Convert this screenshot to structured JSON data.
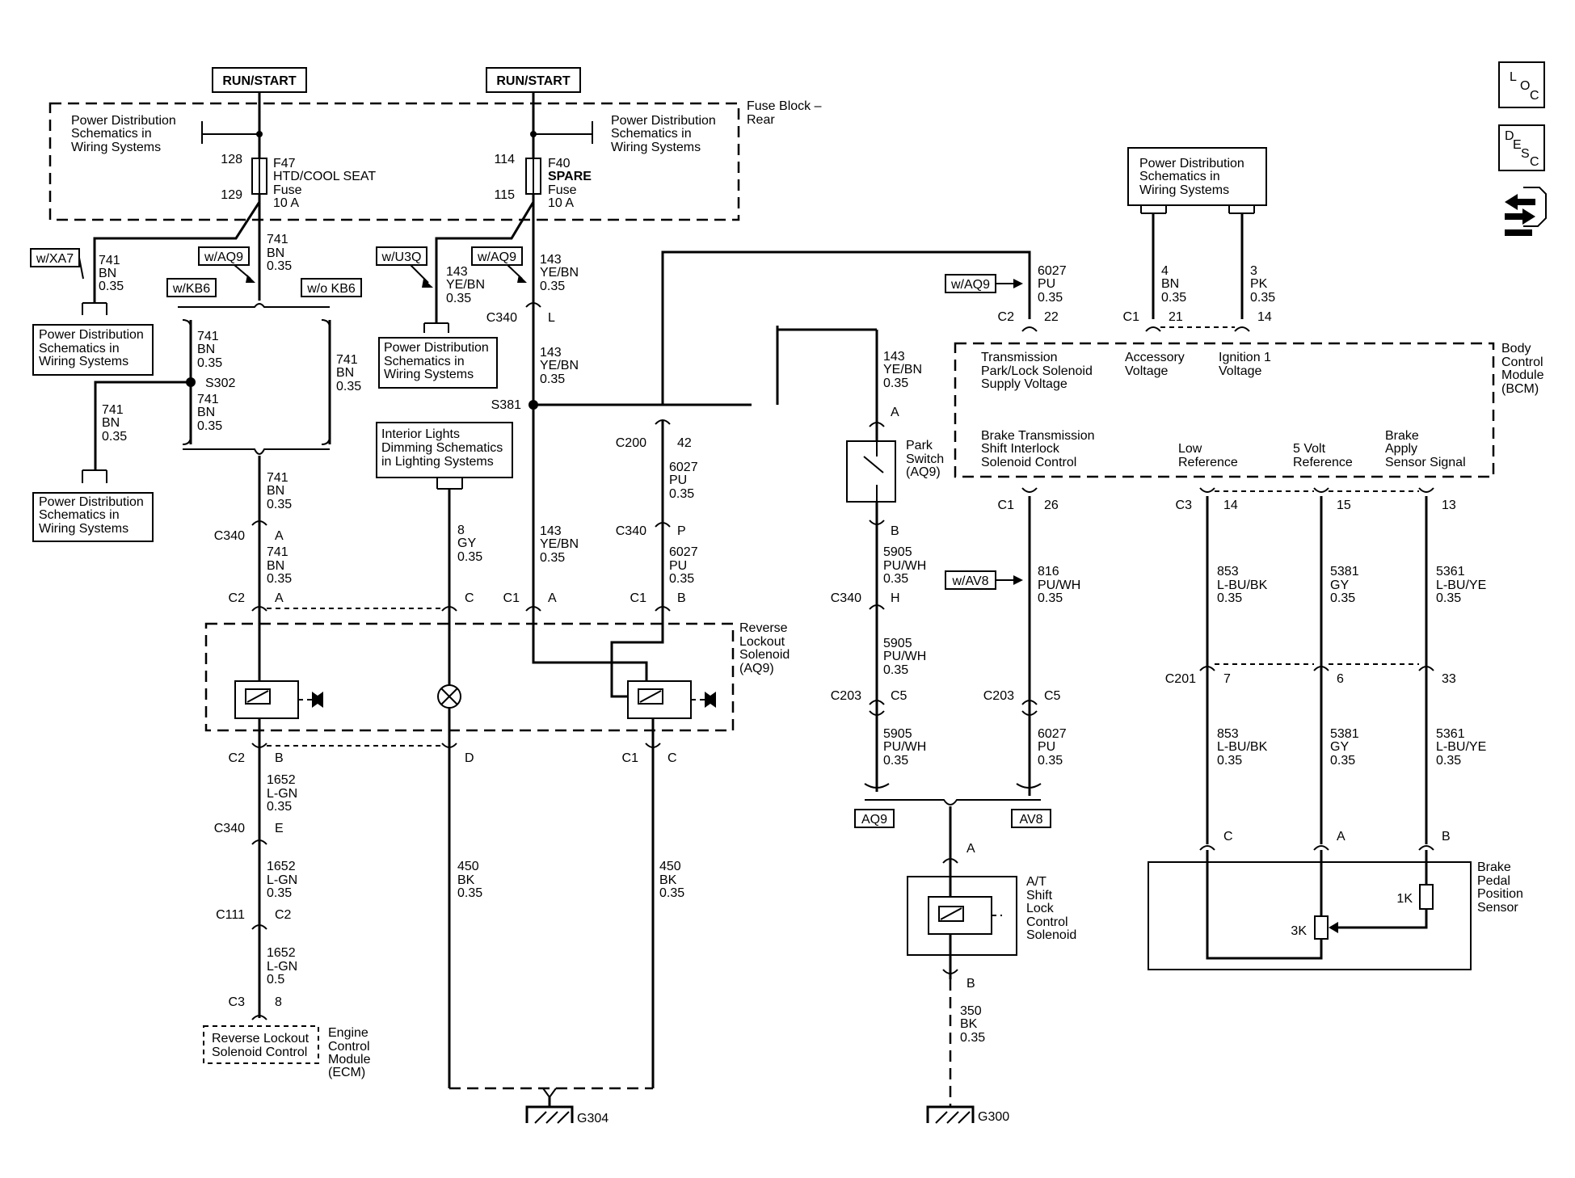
{
  "supply": {
    "run_start_1": "RUN/START",
    "run_start_2": "RUN/START"
  },
  "fuse_block": {
    "title_1": "Fuse Block –",
    "title_2": "Rear"
  },
  "power_dist": {
    "l1": "Power Distribution",
    "l2": "Schematics in",
    "l3": "Wiring Systems"
  },
  "fuse_f47": {
    "pin_in": "128",
    "pin_out": "129",
    "name": "F47",
    "label": "HTD/COOL SEAT",
    "type": "Fuse",
    "rating": "10 A"
  },
  "fuse_f40": {
    "pin_in": "114",
    "pin_out": "115",
    "name": "F40",
    "label": "SPARE",
    "type": "Fuse",
    "rating": "10 A"
  },
  "options": {
    "xa7": "w/XA7",
    "aq9": "w/AQ9",
    "kb6": "w/KB6",
    "no_kb6": "w/o KB6",
    "u3q": "w/U3Q",
    "av8": "w/AV8",
    "aq9_box": "AQ9",
    "av8_box": "AV8"
  },
  "circuits": {
    "c741": "741",
    "c143": "143",
    "c6027": "6027",
    "c8": "8",
    "c1652": "1652",
    "c450": "450",
    "c5905": "5905",
    "c816": "816",
    "c350": "350",
    "c4": "4",
    "c3": "3",
    "c853": "853",
    "c5381": "5381",
    "c5361": "5361"
  },
  "colors": {
    "bn": "BN",
    "ye_bn": "YE/BN",
    "pu": "PU",
    "gy": "GY",
    "l_gn": "L-GN",
    "bk": "BK",
    "pu_wh": "PU/WH",
    "pk": "PK",
    "l_bu_bk": "L-BU/BK",
    "l_bu_ye": "L-BU/YE"
  },
  "gauges": {
    "g035": "0.35",
    "g05": "0.5"
  },
  "connectors": {
    "c340": "C340",
    "c2": "C2",
    "c1": "C1",
    "c3": "C3",
    "c111": "C111",
    "c200": "C200",
    "c203": "C203",
    "c201": "C201",
    "c5": "C5"
  },
  "splices": {
    "s302": "S302",
    "s381": "S381"
  },
  "pins": {
    "a": "A",
    "b": "B",
    "c": "C",
    "d": "D",
    "e": "E",
    "h": "H",
    "l": "L",
    "p": "P",
    "n42": "42",
    "n22": "22",
    "n21": "21",
    "n14": "14",
    "n26": "26",
    "n15": "15",
    "n13": "13",
    "n7": "7",
    "n6": "6",
    "n33": "33",
    "n8": "8"
  },
  "interior_lights": {
    "l1": "Interior Lights",
    "l2": "Dimming Schematics",
    "l3": "in Lighting Systems"
  },
  "reverse_solenoid": {
    "l1": "Reverse",
    "l2": "Lockout",
    "l3": "Solenoid",
    "l4": "(AQ9)"
  },
  "park_switch": {
    "l1": "Park",
    "l2": "Switch",
    "l3": "(AQ9)"
  },
  "bcm": {
    "l1": "Body",
    "l2": "Control",
    "l3": "Module",
    "l4": "(BCM)",
    "trans_1": "Transmission",
    "trans_2": "Park/Lock Solenoid",
    "trans_3": "Supply Voltage",
    "acc_1": "Accessory",
    "acc_2": "Voltage",
    "ign_1": "Ignition 1",
    "ign_2": "Voltage",
    "bts_1": "Brake Transmission",
    "bts_2": "Shift Interlock",
    "bts_3": "Solenoid Control",
    "low_1": "Low",
    "low_2": "Reference",
    "v5_1": "5 Volt",
    "v5_2": "Reference",
    "bra_1": "Brake",
    "bra_2": "Apply",
    "bra_3": "Sensor Signal"
  },
  "ecm": {
    "box_1": "Reverse Lockout",
    "box_2": "Solenoid Control",
    "l1": "Engine",
    "l2": "Control",
    "l3": "Module",
    "l4": "(ECM)"
  },
  "shift_lock": {
    "l1": "A/T",
    "l2": "Shift",
    "l3": "Lock",
    "l4": "Control",
    "l5": "Solenoid"
  },
  "brake_sensor": {
    "l1": "Brake",
    "l2": "Pedal",
    "l3": "Position",
    "l4": "Sensor",
    "r1": "1K",
    "r2": "3K"
  },
  "grounds": {
    "g304": "G304",
    "g300": "G300"
  },
  "icons": {
    "loc_l": "L",
    "loc_o": "O",
    "loc_c": "C",
    "desc_d": "D",
    "desc_e": "E",
    "desc_s": "S",
    "desc_c": "C"
  }
}
